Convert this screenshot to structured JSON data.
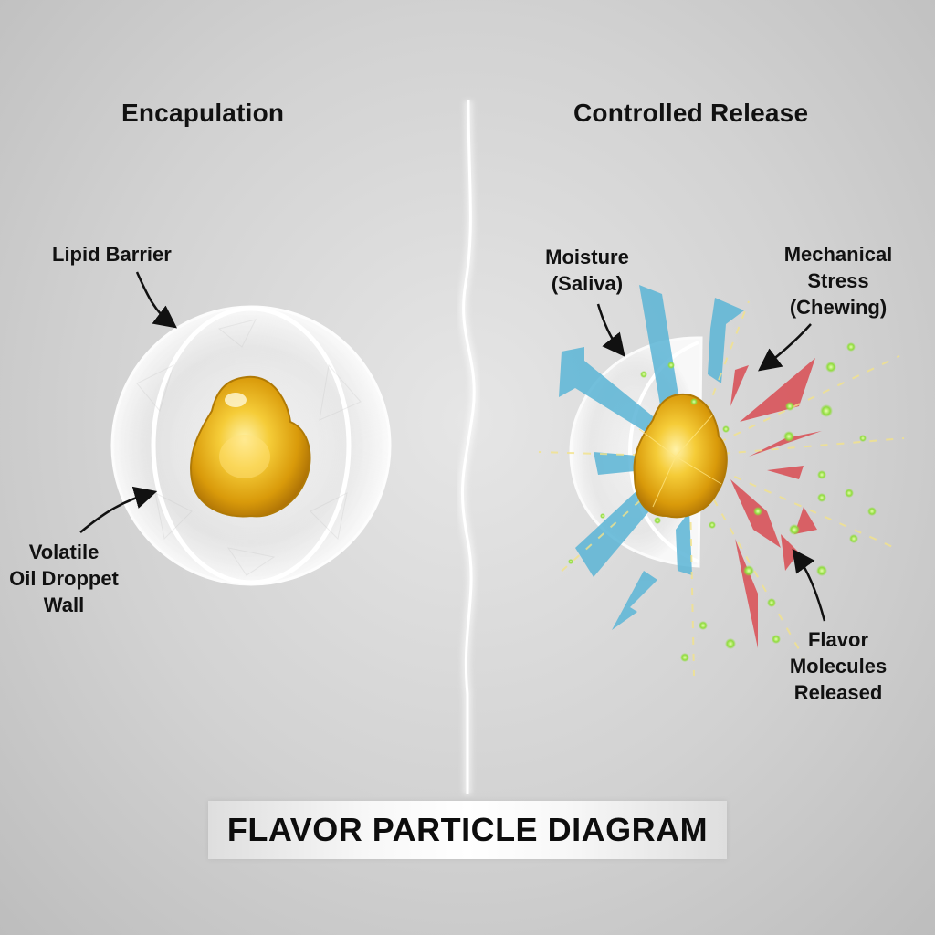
{
  "diagram": {
    "title": "FLAVOR PARTICLE DIAGRAM",
    "panels": [
      {
        "id": "left",
        "heading": "Encapulation",
        "labels": [
          {
            "id": "lipid-barrier",
            "text_lines": [
              "Lipid Barrier"
            ]
          },
          {
            "id": "volatile-oil-droplet-wall",
            "text_lines": [
              "Volatile",
              "Oil Droppet",
              "Wall"
            ]
          }
        ]
      },
      {
        "id": "right",
        "heading": "Controlled Release",
        "labels": [
          {
            "id": "moisture",
            "text_lines": [
              "Moisture",
              "(Saliva)"
            ]
          },
          {
            "id": "mechanical-stress",
            "text_lines": [
              "Mechanical",
              "Stress",
              "(Chewing)"
            ]
          },
          {
            "id": "flavor-molecules",
            "text_lines": [
              "Flavor",
              "Molecules",
              "Released"
            ]
          }
        ]
      }
    ],
    "colors": {
      "background": "#d2d2d2",
      "oil_droplet": "#e8b410",
      "moisture_shards": "#5bb5d6",
      "stress_shards": "#d9545a",
      "flavor_particles": "#9be04a",
      "capsule": "#ffffff"
    }
  }
}
